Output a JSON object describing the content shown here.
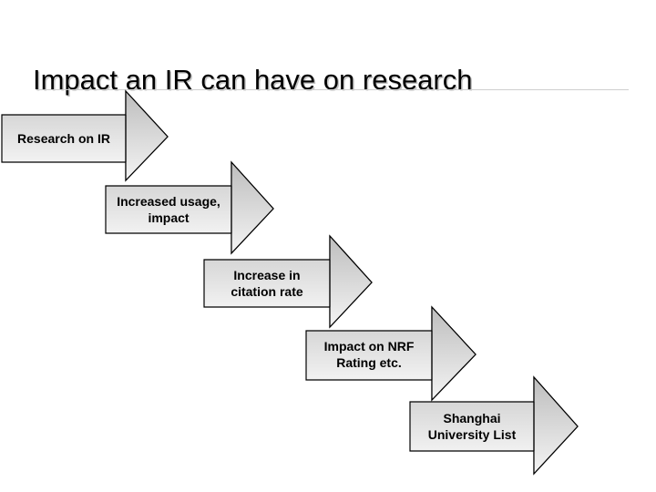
{
  "slide": {
    "title": "Impact an IR can have on research",
    "background_color": "#ffffff",
    "text_color": "#000000",
    "rule_color": "#cfcfcf"
  },
  "arrows": [
    {
      "id": "arrow-research-on-ir",
      "label": "Research on IR",
      "order": 1
    },
    {
      "id": "arrow-increased-usage-impact",
      "label": "Increased usage,\nimpact",
      "order": 2
    },
    {
      "id": "arrow-increase-in-citation-rate",
      "label": "Increase in\ncitation rate",
      "order": 3
    },
    {
      "id": "arrow-impact-on-nrf-rating",
      "label": "Impact on NRF\nRating etc.",
      "order": 4
    },
    {
      "id": "arrow-shanghai-university-list",
      "label": "Shanghai\nUniversity List",
      "order": 5
    }
  ],
  "style": {
    "arrow_outline_color": "#000000",
    "arrow_fill_top": "#c9c9c9",
    "arrow_fill_bottom": "#fdfdfd",
    "arrow_head_fill_top": "#bdbdbd",
    "arrow_head_fill_bottom": "#f2f2f2"
  }
}
